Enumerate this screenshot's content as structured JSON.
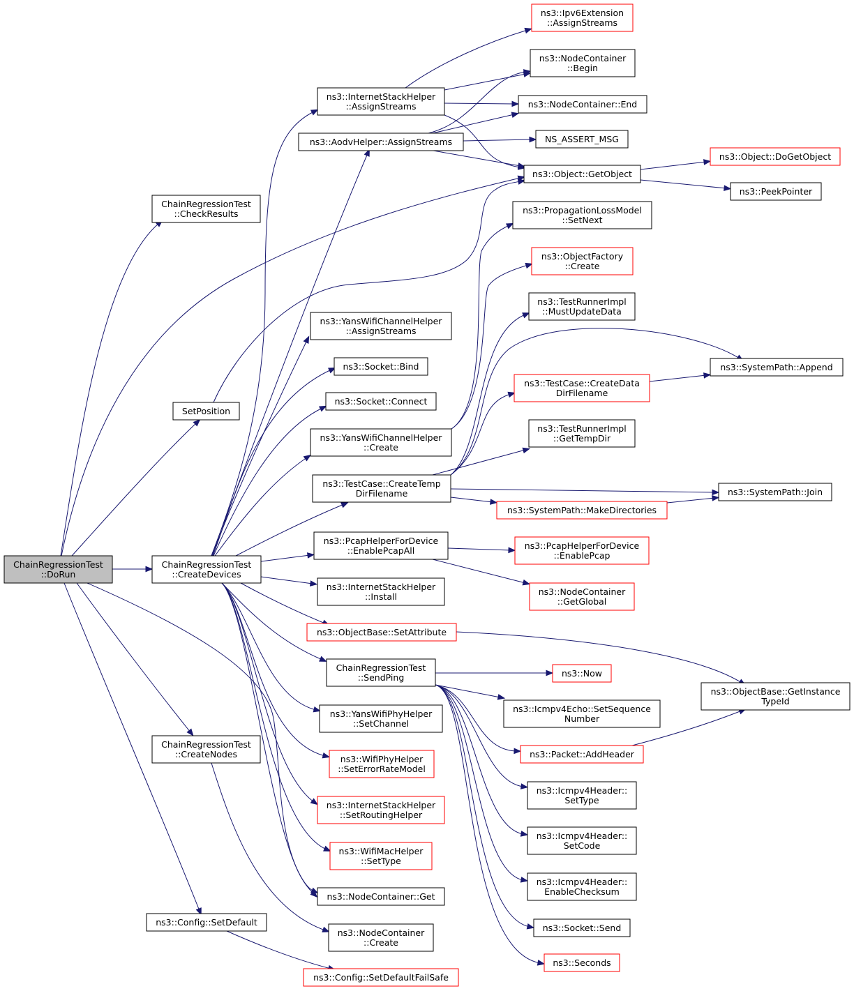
{
  "colors": {
    "edge": "#191970",
    "box_border_default": "#000000",
    "box_border_truncated": "#ff0000",
    "box_fill_default": "#ffffff",
    "box_fill_root": "#bfbfbf"
  },
  "nodes": [
    {
      "id": "n_dorun",
      "lines": [
        "ChainRegressionTest",
        "::DoRun"
      ],
      "kind": "root"
    },
    {
      "id": "n_checkresults",
      "lines": [
        "ChainRegressionTest",
        "::CheckResults"
      ],
      "kind": "normal"
    },
    {
      "id": "n_setposition",
      "lines": [
        "SetPosition"
      ],
      "kind": "normal"
    },
    {
      "id": "n_createdevices",
      "lines": [
        "ChainRegressionTest",
        "::CreateDevices"
      ],
      "kind": "normal"
    },
    {
      "id": "n_createnodes",
      "lines": [
        "ChainRegressionTest",
        "::CreateNodes"
      ],
      "kind": "normal"
    },
    {
      "id": "n_setdefault",
      "lines": [
        "ns3::Config::SetDefault"
      ],
      "kind": "normal"
    },
    {
      "id": "n_inet_assign",
      "lines": [
        "ns3::InternetStackHelper",
        "::AssignStreams"
      ],
      "kind": "normal"
    },
    {
      "id": "n_aodv_assign",
      "lines": [
        "ns3::AodvHelper::AssignStreams"
      ],
      "kind": "normal"
    },
    {
      "id": "n_yans_ch_assign",
      "lines": [
        "ns3::YansWifiChannelHelper",
        "::AssignStreams"
      ],
      "kind": "normal"
    },
    {
      "id": "n_socket_bind",
      "lines": [
        "ns3::Socket::Bind"
      ],
      "kind": "normal"
    },
    {
      "id": "n_socket_connect",
      "lines": [
        "ns3::Socket::Connect"
      ],
      "kind": "normal"
    },
    {
      "id": "n_yans_ch_create",
      "lines": [
        "ns3::YansWifiChannelHelper",
        "::Create"
      ],
      "kind": "normal"
    },
    {
      "id": "n_tc_tempdir",
      "lines": [
        "ns3::TestCase::CreateTemp",
        "DirFilename"
      ],
      "kind": "normal"
    },
    {
      "id": "n_pcap_all",
      "lines": [
        "ns3::PcapHelperForDevice",
        "::EnablePcapAll"
      ],
      "kind": "normal"
    },
    {
      "id": "n_inet_install",
      "lines": [
        "ns3::InternetStackHelper",
        "::Install"
      ],
      "kind": "normal"
    },
    {
      "id": "n_setattr",
      "lines": [
        "ns3::ObjectBase::SetAttribute"
      ],
      "kind": "truncated"
    },
    {
      "id": "n_sendping",
      "lines": [
        "ChainRegressionTest",
        "::SendPing"
      ],
      "kind": "normal"
    },
    {
      "id": "n_yans_phy_setch",
      "lines": [
        "ns3::YansWifiPhyHelper",
        "::SetChannel"
      ],
      "kind": "normal"
    },
    {
      "id": "n_wifiphy_err",
      "lines": [
        "ns3::WifiPhyHelper",
        "::SetErrorRateModel"
      ],
      "kind": "truncated"
    },
    {
      "id": "n_inet_routing",
      "lines": [
        "ns3::InternetStackHelper",
        "::SetRoutingHelper"
      ],
      "kind": "truncated"
    },
    {
      "id": "n_wifimac_settype",
      "lines": [
        "ns3::WifiMacHelper",
        "::SetType"
      ],
      "kind": "truncated"
    },
    {
      "id": "n_nc_get",
      "lines": [
        "ns3::NodeContainer::Get"
      ],
      "kind": "normal"
    },
    {
      "id": "n_nc_create",
      "lines": [
        "ns3::NodeContainer",
        "::Create"
      ],
      "kind": "normal"
    },
    {
      "id": "n_setdefaultfailsafe",
      "lines": [
        "ns3::Config::SetDefaultFailSafe"
      ],
      "kind": "truncated"
    },
    {
      "id": "n_ipv6ext",
      "lines": [
        "ns3::Ipv6Extension",
        "::AssignStreams"
      ],
      "kind": "truncated"
    },
    {
      "id": "n_nc_begin",
      "lines": [
        "ns3::NodeContainer",
        "::Begin"
      ],
      "kind": "normal"
    },
    {
      "id": "n_nc_end",
      "lines": [
        "ns3::NodeContainer::End"
      ],
      "kind": "normal"
    },
    {
      "id": "n_assert",
      "lines": [
        "NS_ASSERT_MSG"
      ],
      "kind": "normal"
    },
    {
      "id": "n_getobject",
      "lines": [
        "ns3::Object::GetObject"
      ],
      "kind": "normal"
    },
    {
      "id": "n_plm_setnext",
      "lines": [
        "ns3::PropagationLossModel",
        "::SetNext"
      ],
      "kind": "normal"
    },
    {
      "id": "n_objfactory",
      "lines": [
        "ns3::ObjectFactory",
        "::Create"
      ],
      "kind": "truncated"
    },
    {
      "id": "n_tri_mustupdate",
      "lines": [
        "ns3::TestRunnerImpl",
        "::MustUpdateData"
      ],
      "kind": "normal"
    },
    {
      "id": "n_tc_datadir",
      "lines": [
        "ns3::TestCase::CreateData",
        "DirFilename"
      ],
      "kind": "truncated"
    },
    {
      "id": "n_tri_tempdir",
      "lines": [
        "ns3::TestRunnerImpl",
        "::GetTempDir"
      ],
      "kind": "normal"
    },
    {
      "id": "n_sp_makedirs",
      "lines": [
        "ns3::SystemPath::MakeDirectories"
      ],
      "kind": "truncated"
    },
    {
      "id": "n_pcap_enable",
      "lines": [
        "ns3::PcapHelperForDevice",
        "::EnablePcap"
      ],
      "kind": "truncated"
    },
    {
      "id": "n_nc_global",
      "lines": [
        "ns3::NodeContainer",
        "::GetGlobal"
      ],
      "kind": "truncated"
    },
    {
      "id": "n_now",
      "lines": [
        "ns3::Now"
      ],
      "kind": "truncated"
    },
    {
      "id": "n_icmpecho_seq",
      "lines": [
        "ns3::Icmpv4Echo::SetSequence",
        "Number"
      ],
      "kind": "normal"
    },
    {
      "id": "n_pkt_addheader",
      "lines": [
        "ns3::Packet::AddHeader"
      ],
      "kind": "truncated"
    },
    {
      "id": "n_icmphdr_type",
      "lines": [
        "ns3::Icmpv4Header::",
        "SetType"
      ],
      "kind": "normal"
    },
    {
      "id": "n_icmphdr_code",
      "lines": [
        "ns3::Icmpv4Header::",
        "SetCode"
      ],
      "kind": "normal"
    },
    {
      "id": "n_icmphdr_checksum",
      "lines": [
        "ns3::Icmpv4Header::",
        "EnableChecksum"
      ],
      "kind": "normal"
    },
    {
      "id": "n_socket_send",
      "lines": [
        "ns3::Socket::Send"
      ],
      "kind": "normal"
    },
    {
      "id": "n_seconds",
      "lines": [
        "ns3::Seconds"
      ],
      "kind": "truncated"
    },
    {
      "id": "n_dogetobject",
      "lines": [
        "ns3::Object::DoGetObject"
      ],
      "kind": "truncated"
    },
    {
      "id": "n_peekpointer",
      "lines": [
        "ns3::PeekPointer"
      ],
      "kind": "normal"
    },
    {
      "id": "n_sp_append",
      "lines": [
        "ns3::SystemPath::Append"
      ],
      "kind": "normal"
    },
    {
      "id": "n_sp_join",
      "lines": [
        "ns3::SystemPath::Join"
      ],
      "kind": "normal"
    },
    {
      "id": "n_getinstancetypeid",
      "lines": [
        "ns3::ObjectBase::GetInstance",
        "TypeId"
      ],
      "kind": "normal"
    }
  ],
  "edges": [
    [
      "n_dorun",
      "n_checkresults"
    ],
    [
      "n_dorun",
      "n_getobject"
    ],
    [
      "n_dorun",
      "n_setposition"
    ],
    [
      "n_dorun",
      "n_createdevices"
    ],
    [
      "n_dorun",
      "n_createnodes"
    ],
    [
      "n_dorun",
      "n_nc_get"
    ],
    [
      "n_dorun",
      "n_setdefault"
    ],
    [
      "n_setposition",
      "n_getobject"
    ],
    [
      "n_createdevices",
      "n_inet_assign"
    ],
    [
      "n_createdevices",
      "n_aodv_assign"
    ],
    [
      "n_createdevices",
      "n_yans_ch_assign"
    ],
    [
      "n_createdevices",
      "n_socket_bind"
    ],
    [
      "n_createdevices",
      "n_socket_connect"
    ],
    [
      "n_createdevices",
      "n_yans_ch_create"
    ],
    [
      "n_createdevices",
      "n_tc_tempdir"
    ],
    [
      "n_createdevices",
      "n_pcap_all"
    ],
    [
      "n_createdevices",
      "n_inet_install"
    ],
    [
      "n_createdevices",
      "n_setattr"
    ],
    [
      "n_createdevices",
      "n_sendping"
    ],
    [
      "n_createdevices",
      "n_yans_phy_setch"
    ],
    [
      "n_createdevices",
      "n_wifiphy_err"
    ],
    [
      "n_createdevices",
      "n_inet_routing"
    ],
    [
      "n_createdevices",
      "n_wifimac_settype"
    ],
    [
      "n_createdevices",
      "n_nc_get"
    ],
    [
      "n_createnodes",
      "n_nc_create"
    ],
    [
      "n_setdefault",
      "n_setdefaultfailsafe"
    ],
    [
      "n_inet_assign",
      "n_ipv6ext"
    ],
    [
      "n_inet_assign",
      "n_nc_begin"
    ],
    [
      "n_inet_assign",
      "n_nc_end"
    ],
    [
      "n_inet_assign",
      "n_getobject"
    ],
    [
      "n_aodv_assign",
      "n_nc_begin"
    ],
    [
      "n_aodv_assign",
      "n_nc_end"
    ],
    [
      "n_aodv_assign",
      "n_assert"
    ],
    [
      "n_aodv_assign",
      "n_getobject"
    ],
    [
      "n_getobject",
      "n_dogetobject"
    ],
    [
      "n_getobject",
      "n_peekpointer"
    ],
    [
      "n_yans_ch_create",
      "n_plm_setnext"
    ],
    [
      "n_yans_ch_create",
      "n_objfactory"
    ],
    [
      "n_tc_tempdir",
      "n_tri_mustupdate"
    ],
    [
      "n_tc_tempdir",
      "n_sp_append"
    ],
    [
      "n_tc_tempdir",
      "n_tc_datadir"
    ],
    [
      "n_tc_tempdir",
      "n_tri_tempdir"
    ],
    [
      "n_tc_tempdir",
      "n_sp_join"
    ],
    [
      "n_tc_tempdir",
      "n_sp_makedirs"
    ],
    [
      "n_tc_datadir",
      "n_sp_append"
    ],
    [
      "n_sp_makedirs",
      "n_sp_join"
    ],
    [
      "n_pcap_all",
      "n_pcap_enable"
    ],
    [
      "n_pcap_all",
      "n_nc_global"
    ],
    [
      "n_setattr",
      "n_getinstancetypeid"
    ],
    [
      "n_sendping",
      "n_now"
    ],
    [
      "n_sendping",
      "n_icmpecho_seq"
    ],
    [
      "n_sendping",
      "n_pkt_addheader"
    ],
    [
      "n_sendping",
      "n_icmphdr_type"
    ],
    [
      "n_sendping",
      "n_icmphdr_code"
    ],
    [
      "n_sendping",
      "n_icmphdr_checksum"
    ],
    [
      "n_sendping",
      "n_socket_send"
    ],
    [
      "n_sendping",
      "n_seconds"
    ],
    [
      "n_pkt_addheader",
      "n_getinstancetypeid"
    ]
  ]
}
